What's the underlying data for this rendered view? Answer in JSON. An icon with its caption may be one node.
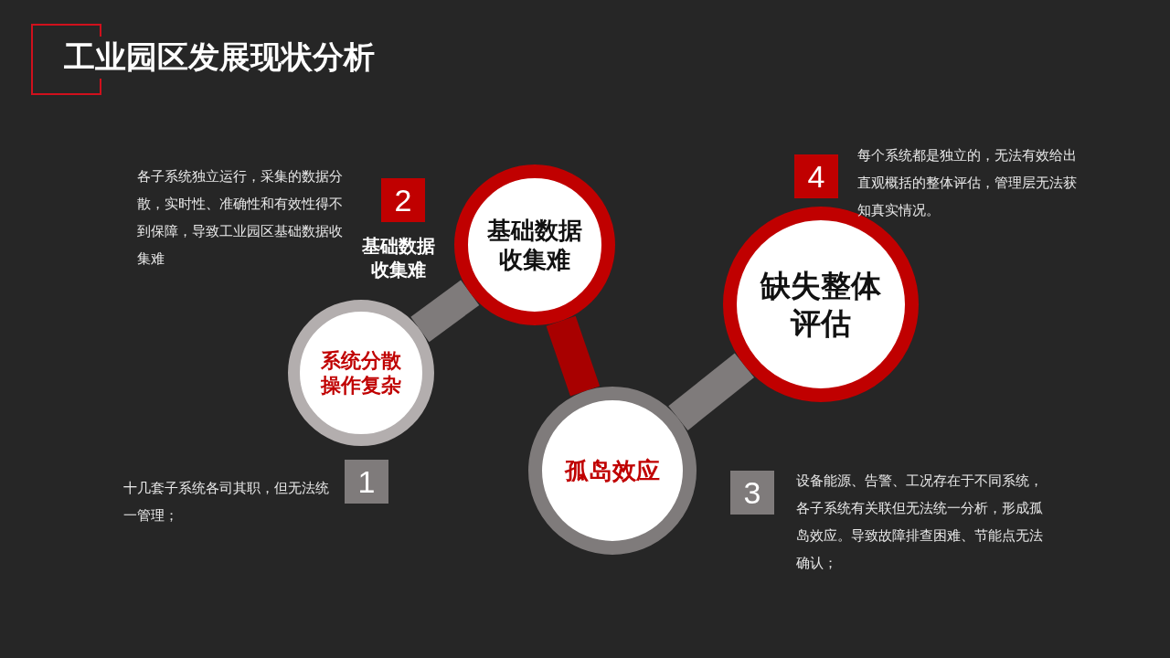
{
  "diagram": {
    "title": "工业园区发展现状分析",
    "nodes": [
      {
        "text": [
          "基础数据收集难"
        ]
      },
      {
        "text": [
          "系统分散操作复杂"
        ]
      },
      {
        "text": [
          "孤岛效应"
        ]
      },
      {
        "text": [
          "缺失整体评估"
        ]
      },
      {
        "text": [
          "1"
        ]
      },
      {
        "text": [
          "2"
        ]
      },
      {
        "text": [
          "3"
        ]
      },
      {
        "text": [
          "4"
        ]
      }
    ],
    "edges": [
      {
        "from": 1,
        "to": 0,
        "arrow": "none"
      },
      {
        "from": 0,
        "to": 2,
        "arrow": "none",
        "color": "#a80000"
      },
      {
        "from": 2,
        "to": 3,
        "arrow": "none"
      }
    ],
    "labels": [
      "每个系统都是独立的，无法有效给出直观概括的整体评估，管理层无法获知真实情况。",
      "各子系统独立运行，采集的数据分散，实时性、准确性和有效性得不到保障，导致工业园区基础数据收集难",
      "基础数据收集难",
      "十几套子系统各司其职，但无法统一管理；",
      "设备能源、告警、工况存在于不同系统，各子系统有关联但无法统一分析，形成孤岛效应。导致故障排查困难、节能点无法确认；"
    ]
  }
}
